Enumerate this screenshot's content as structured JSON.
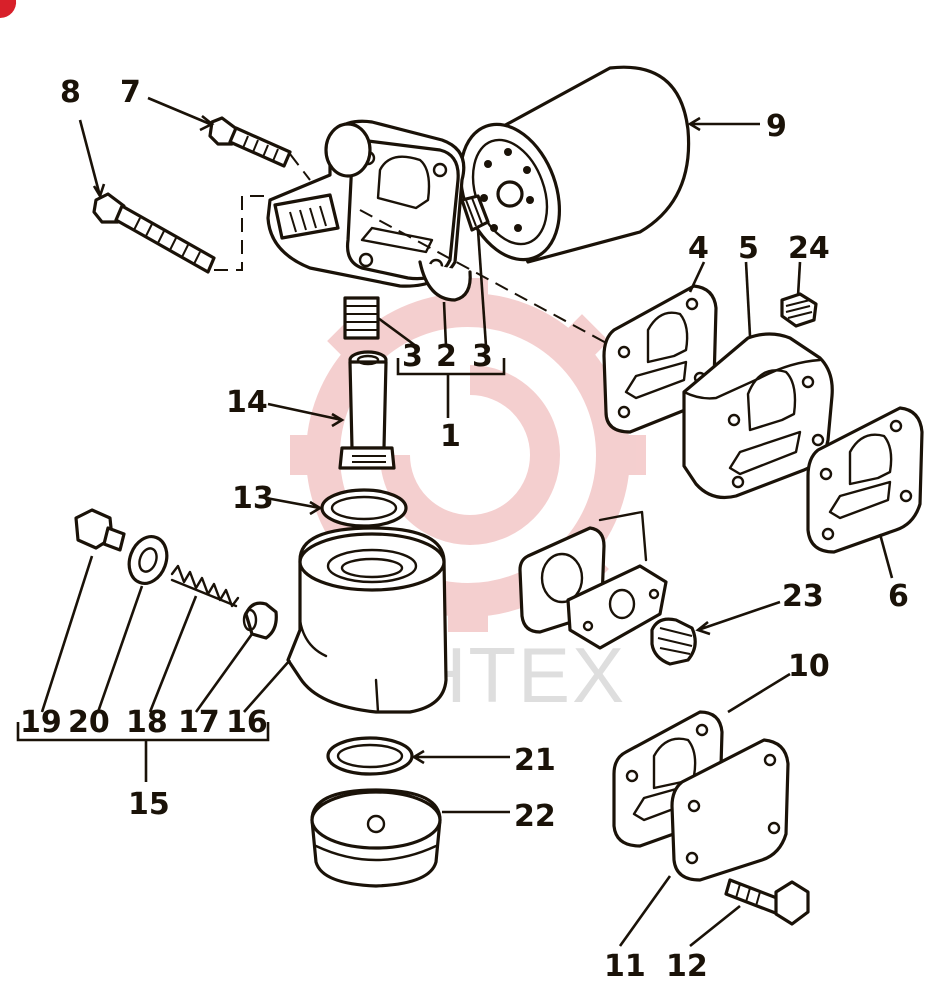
{
  "watermark": {
    "text": "ИНТЕХ",
    "color": "#f3c7c7"
  },
  "colors": {
    "ink": "#1a1208",
    "watermark_red": "#f3c7c7",
    "corner_red": "#d8202a"
  },
  "callouts": {
    "c1": "1",
    "c2": "2",
    "c3a": "3",
    "c3b": "3",
    "c4": "4",
    "c5": "5",
    "c6": "6",
    "c7": "7",
    "c8": "8",
    "c9": "9",
    "c10": "10",
    "c11": "11",
    "c12": "12",
    "c13": "13",
    "c14": "14",
    "c15": "15",
    "c16": "16",
    "c17": "17",
    "c18": "18",
    "c19": "19",
    "c20": "20",
    "c21": "21",
    "c22": "22",
    "c23": "23",
    "c24": "24"
  }
}
